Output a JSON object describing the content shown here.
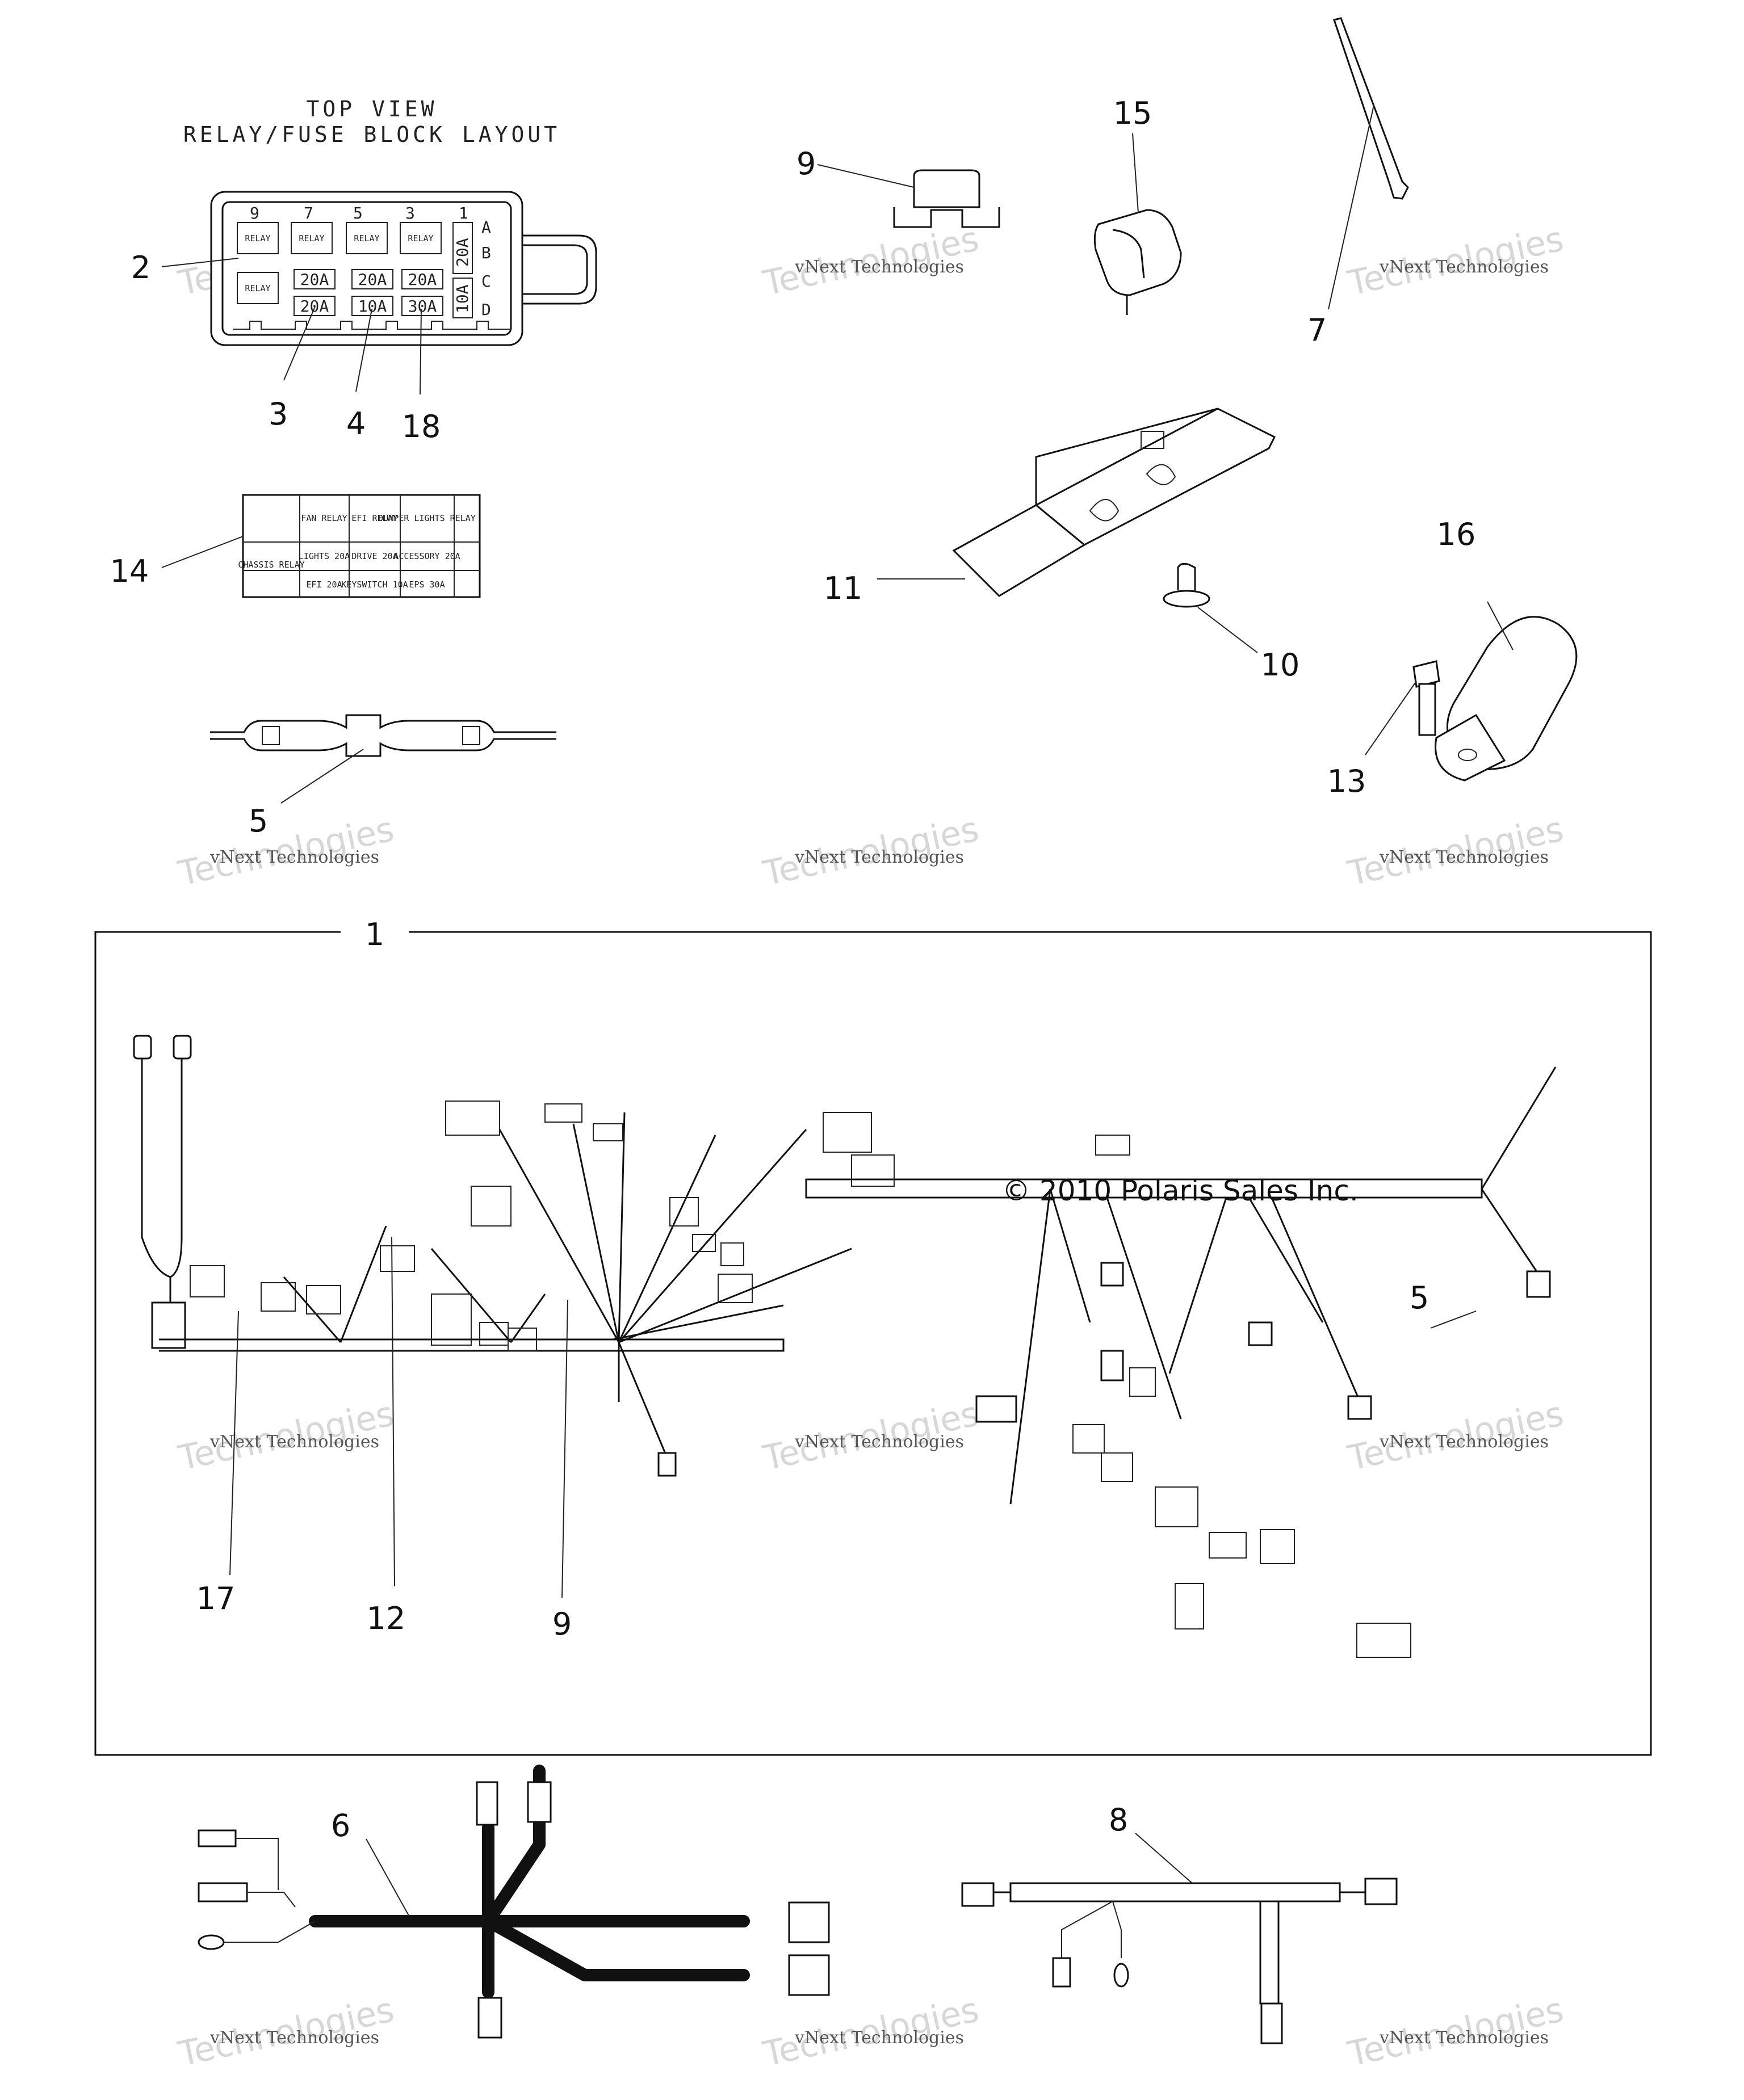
{
  "header": {
    "line1": "TOP VIEW",
    "line2": "RELAY/FUSE BLOCK LAYOUT"
  },
  "fuse_block": {
    "position_numbers": [
      "9",
      "7",
      "5",
      "3",
      "1"
    ],
    "row_letters": [
      "A",
      "B",
      "C",
      "D"
    ],
    "relay_label": "RELAY",
    "fuses_top": [
      "20A",
      "20A",
      "20A"
    ],
    "fuses_bottom": [
      "20A",
      "10A",
      "30A"
    ],
    "side_fuses": [
      "20A",
      "10A"
    ]
  },
  "label_chart": {
    "row1": [
      "FAN RELAY",
      "EFI RELAY",
      "DUMPER LIGHTS RELAY"
    ],
    "row2": [
      "LIGHTS 20A",
      "DRIVE 20A",
      "ACCESSORY 20A"
    ],
    "row3": [
      "CHASSIS RELAY",
      "EFI 20A",
      "KEYSWITCH 10A",
      "EPS 30A"
    ]
  },
  "callouts": {
    "c1": "1",
    "c2": "2",
    "c3": "3",
    "c4": "4",
    "c5a": "5",
    "c5b": "5",
    "c6": "6",
    "c7": "7",
    "c8": "8",
    "c9a": "9",
    "c9b": "9",
    "c10": "10",
    "c11": "11",
    "c12": "12",
    "c13": "13",
    "c14": "14",
    "c15": "15",
    "c16": "16",
    "c17": "17",
    "c18": "18"
  },
  "copyright": "© 2010 Polaris Sales Inc.",
  "watermark": {
    "name": "vNext Technologies",
    "word": "Technologies",
    "brand": "vNext"
  },
  "colors": {
    "line": "#111111",
    "background": "#ffffff",
    "watermark": "#d7d7d7"
  }
}
